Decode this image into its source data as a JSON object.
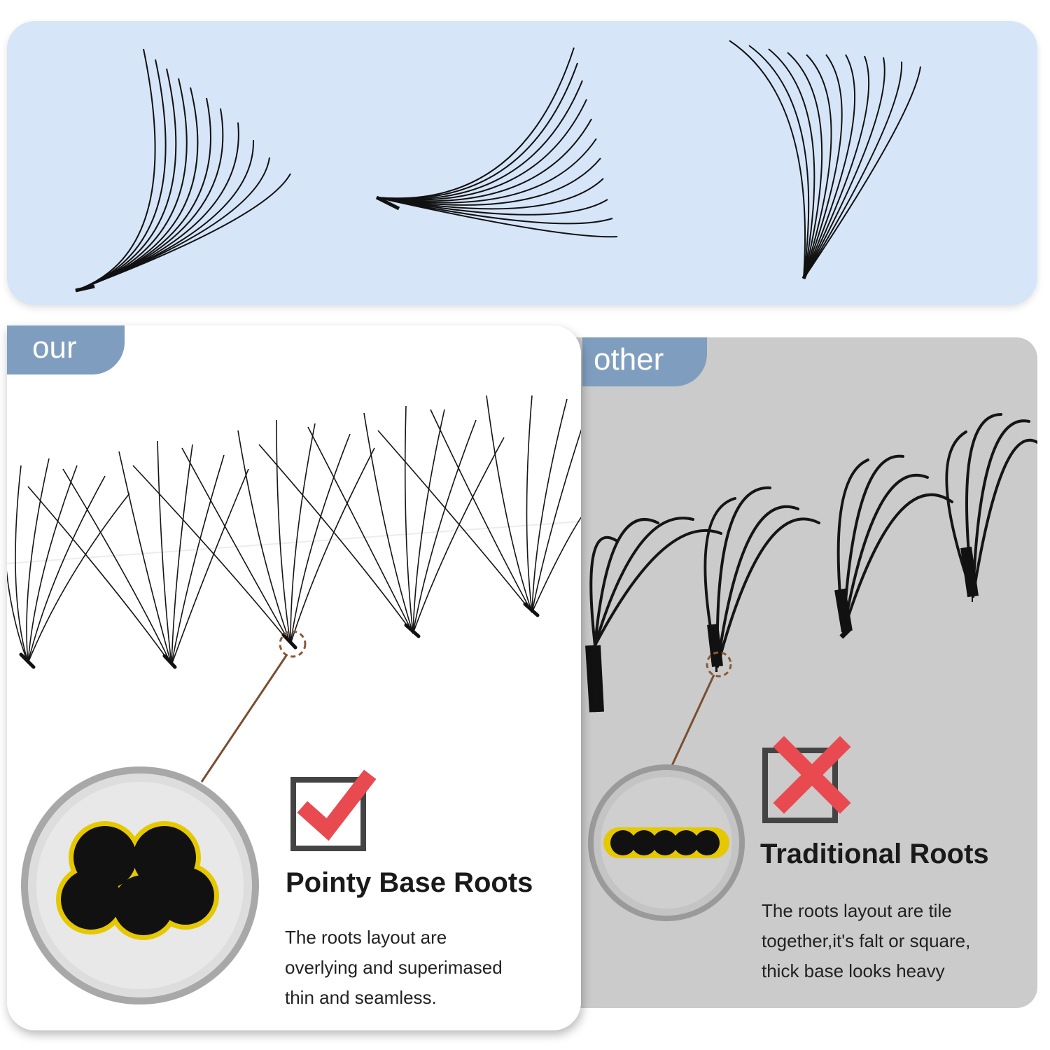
{
  "colors": {
    "top_background": "#d6e5f8",
    "tab_background": "#7f9ebf",
    "other_background": "#cbcbcb",
    "check_red": "#e84a4f",
    "cross_red": "#e84a4f",
    "root_outline_yellow": "#e6c800"
  },
  "our": {
    "tab_label": "our",
    "title": "Pointy Base Roots",
    "desc_lines": [
      "The roots layout are",
      "overlying and superimased",
      "thin and seamless."
    ],
    "icon": "check-icon"
  },
  "other": {
    "tab_label": "other",
    "title": "Traditional Roots",
    "desc_lines": [
      "The roots layout are tile",
      "together,it's falt or square,",
      "thick base looks heavy"
    ],
    "icon": "cross-icon"
  }
}
